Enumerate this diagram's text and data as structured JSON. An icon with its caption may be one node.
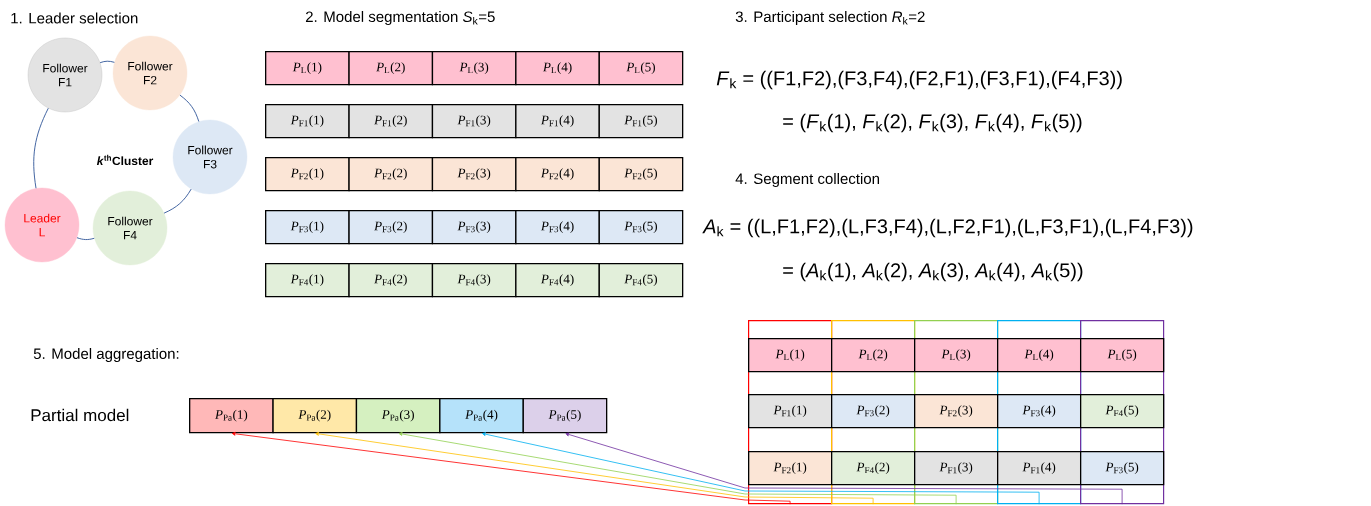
{
  "diagram": {
    "nodes": [
      {
        "text": [
          "Follower F1"
        ]
      },
      {
        "text": [
          "Follower F2"
        ]
      },
      {
        "text": [
          "Follower F3"
        ]
      },
      {
        "text": [
          "Leader L"
        ]
      },
      {
        "text": [
          "Follower F4"
        ]
      },
      {
        "text": [
          "*P*$_{L}$(1)"
        ]
      },
      {
        "text": [
          "*P*$_{L}$(2)"
        ]
      },
      {
        "text": [
          "*P*$_{L}$(3)"
        ]
      },
      {
        "text": [
          "*P*$_{L}$(4)"
        ]
      },
      {
        "text": [
          "*P*$_{L}$(5)"
        ]
      },
      {
        "text": [
          "*P*$_{F1}$(1)"
        ]
      },
      {
        "text": [
          "*P*$_{F1}$(2)"
        ]
      },
      {
        "text": [
          "*P*$_{F1}$(3)"
        ]
      },
      {
        "text": [
          "*P*$_{F1}$(4)"
        ]
      },
      {
        "text": [
          "*P*$_{F1}$(5)"
        ]
      },
      {
        "text": [
          "*P*$_{F2}$(1)"
        ]
      },
      {
        "text": [
          "*P*$_{F2}$(2)"
        ]
      },
      {
        "text": [
          "*P*$_{F2}$(3)"
        ]
      },
      {
        "text": [
          "*P*$_{F2}$(4)"
        ]
      },
      {
        "text": [
          "*P*$_{F2}$(5)"
        ]
      },
      {
        "text": [
          "*P*$_{F3}$(1)"
        ]
      },
      {
        "text": [
          "*P*$_{F3}$(2)"
        ]
      },
      {
        "text": [
          "*P*$_{F3}$(3)"
        ]
      },
      {
        "text": [
          "*P*$_{F3}$(4)"
        ]
      },
      {
        "text": [
          "*P*$_{F3}$(5)"
        ]
      },
      {
        "text": [
          "*P*$_{F4}$(1)"
        ]
      },
      {
        "text": [
          "*P*$_{F4}$(2)"
        ]
      },
      {
        "text": [
          "*P*$_{F4}$(3)"
        ]
      },
      {
        "text": [
          "*P*$_{F4}$(4)"
        ]
      },
      {
        "text": [
          "*P*$_{F4}$(5)"
        ]
      },
      {
        "text": [
          "*P*$_{Pa}$(1)"
        ]
      },
      {
        "text": [
          "*P*$_{Pa}$(2)"
        ]
      },
      {
        "text": [
          "*P*$_{Pa}$(3)"
        ]
      },
      {
        "text": [
          "*P*$_{Pa}$(4)"
        ]
      },
      {
        "text": [
          "*P*$_{Pa}$(5)"
        ]
      },
      {
        "text": [],
        "shape": "box"
      },
      {
        "text": [
          "*P*$_{L}$(1)"
        ],
        "in": 35
      },
      {
        "text": [
          "*P*$_{F1}$(1)"
        ],
        "in": 35
      },
      {
        "text": [
          "*P*$_{F2}$(1)"
        ],
        "in": 35
      },
      {
        "text": [],
        "shape": "box"
      },
      {
        "text": [
          "*P*$_{L}$(2)"
        ],
        "in": 39
      },
      {
        "text": [
          "*P*$_{F3}$(2)"
        ],
        "in": 39
      },
      {
        "text": [
          "*P*$_{F4}$(2)"
        ],
        "in": 39
      },
      {
        "text": [],
        "shape": "box"
      },
      {
        "text": [
          "*P*$_{L}$(3)"
        ],
        "in": 43
      },
      {
        "text": [
          "*P*$_{F2}$(3)"
        ],
        "in": 43
      },
      {
        "text": [
          "*P*$_{F1}$(3)"
        ],
        "in": 43
      },
      {
        "text": [],
        "shape": "box"
      },
      {
        "text": [
          "*P*$_{L}$(4)"
        ],
        "in": 47
      },
      {
        "text": [
          "*P*$_{F3}$(4)"
        ],
        "in": 47
      },
      {
        "text": [
          "*P*$_{F1}$(4)"
        ],
        "in": 47
      },
      {
        "text": [],
        "shape": "box"
      },
      {
        "text": [
          "*P*$_{L}$(5)"
        ],
        "in": 51
      },
      {
        "text": [
          "*P*$_{F4}$(5)"
        ],
        "in": 51
      },
      {
        "text": [
          "*P*$_{F3}$(5)"
        ],
        "in": 51
      }
    ],
    "edges": [
      {
        "from": 0,
        "to": 1,
        "arrow": "none",
        "color": "#2f5597"
      },
      {
        "from": 1,
        "to": 2,
        "arrow": "none",
        "color": "#2f5597"
      },
      {
        "from": 2,
        "to": 4,
        "arrow": "none",
        "color": "#2f5597"
      },
      {
        "from": 4,
        "to": 3,
        "arrow": "none",
        "color": "#2f5597"
      },
      {
        "from": 3,
        "to": 0,
        "arrow": "none",
        "color": "#2f5597"
      },
      {
        "from": 35,
        "to": 30,
        "arrow": "to",
        "color": "#ff0000"
      },
      {
        "from": 39,
        "to": 31,
        "arrow": "to",
        "color": "#ffc000"
      },
      {
        "from": 43,
        "to": 32,
        "arrow": "to",
        "color": "#92d050"
      },
      {
        "from": 47,
        "to": 33,
        "arrow": "to",
        "color": "#00b0f0"
      },
      {
        "from": 51,
        "to": 34,
        "arrow": "to",
        "color": "#7030a0"
      }
    ],
    "labels": [
      "1. Leader selection",
      "2. Model segmentation *S*$_{k}$=5",
      "3. Participant selection *R*$_{k}$=2",
      "*F*$_{k}$ = ((F1,F2),(F3,F4),(F2,F1),(F3,F1),(F4,F3))",
      "= (*F*$_{k}$(1), *F*$_{k}$(2), *F*$_{k}$(3), *F*$_{k}$(4), *F*$_{k}$(5))",
      "*k*$^{th}$Cluster",
      "4. Segment collection",
      "*A*$_{k}$ = ((L,F1,F2),(L,F3,F4),(L,F2,F1),(L,F3,F1),(L,F4,F3))",
      "= (*A*$_{k}$(1), *A*$_{k}$(2), *A*$_{k}$(3), *A*$_{k}$(4), *A*$_{k}$(5))",
      "5. Model aggregation:",
      "Partial model"
    ]
  }
}
